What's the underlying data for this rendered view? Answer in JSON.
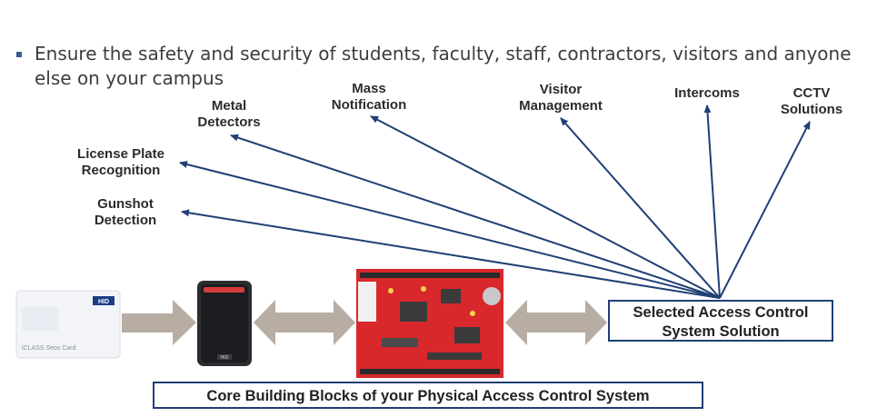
{
  "bullet": {
    "text": "Ensure the safety and security of students, faculty, staff, contractors, visitors and anyone else on your campus"
  },
  "integrations": [
    {
      "id": "gunshot",
      "label": "Gunshot\nDetection"
    },
    {
      "id": "lpr",
      "label": "License Plate\nRecognition"
    },
    {
      "id": "metal",
      "label": "Metal\nDetectors"
    },
    {
      "id": "mass",
      "label": "Mass\nNotification"
    },
    {
      "id": "visitor",
      "label": "Visitor\nManagement"
    },
    {
      "id": "intercoms",
      "label": "Intercoms"
    },
    {
      "id": "cctv",
      "label": "CCTV\nSolutions"
    }
  ],
  "access_control_box": {
    "label": "Selected Access Control System Solution"
  },
  "core_box": {
    "label": "Core Building Blocks of your Physical Access Control System"
  },
  "card": {
    "brand": "HID",
    "caption": "iCLASS Seos Card"
  },
  "reader": {
    "brand": "HID"
  },
  "colors": {
    "arrow_line": "#1f3f75",
    "bullet": "#3b5f8f",
    "block_arrow": "#b8ada3",
    "controller_red": "#d8282c"
  }
}
